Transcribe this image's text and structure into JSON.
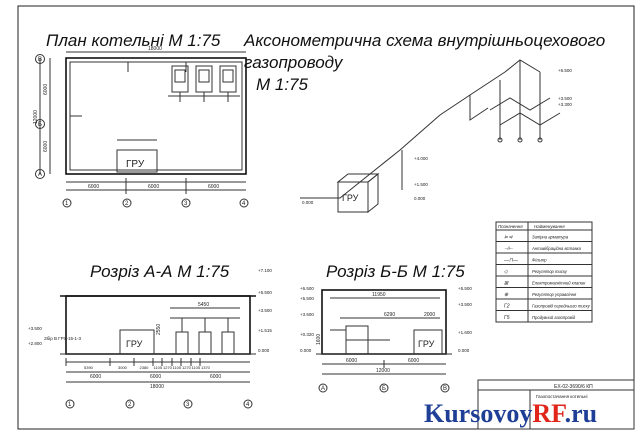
{
  "titles": {
    "plan": "План котельні М 1:75",
    "axon_line1": "Аксонометрична схема внутрішньоцехового",
    "axon_line2": "газопроводу",
    "axon_scale": "М 1:75",
    "section_aa": "Розріз А-А М 1:75",
    "section_bb": "Розріз Б-Б М 1:75"
  },
  "labels": {
    "gru": "ГРУ",
    "axis_b_ru": "Б",
    "axis_v": "В",
    "axis_a": "А",
    "axis_1": "1",
    "axis_2": "2",
    "axis_3": "3",
    "axis_4": "4"
  },
  "plan_dims": {
    "total": "18000",
    "bays": [
      "6000",
      "6000",
      "6000"
    ],
    "left_total": "12000",
    "left_parts": [
      "6000",
      "6000"
    ]
  },
  "section_aa_dims": {
    "bottom_parts": [
      "5390",
      "3000",
      "2380",
      "1105",
      "1270",
      "1105",
      "1270",
      "1105",
      "1370"
    ],
    "bays": [
      "6000",
      "6000",
      "6000"
    ],
    "total": "18000",
    "top": "5450",
    "height": "2550",
    "levels": [
      "+7.100",
      "+5.500",
      "+3.500",
      "+1.515",
      "0.000",
      "+3.500",
      "+2.800"
    ],
    "gru_note": "Збір В ГРУ-15-1-3"
  },
  "section_bb_dims": {
    "top": "11950",
    "inner": "6290",
    "right": "2000",
    "bays": [
      "6000",
      "6000"
    ],
    "total": "12000",
    "height": "1600",
    "levels": [
      "+6.500",
      "+5.500",
      "+3.500",
      "+0.320",
      "0.000",
      "+5.500",
      "+3.500",
      "+1.600",
      "0.000"
    ]
  },
  "axon_levels": [
    "+6.500",
    "+3.500",
    "+3.300",
    "+4.000",
    "+1.500",
    "0.000",
    "0.000"
  ],
  "legend": {
    "header": [
      "Позначення",
      "Найменування"
    ],
    "rows": [
      {
        "sym": "⊳⊲",
        "text": "Запірна арматура"
      },
      {
        "sym": "⊣⊢",
        "text": "Антивібраційна вставка"
      },
      {
        "sym": "—⊓—",
        "text": "Фільтр"
      },
      {
        "sym": "◇",
        "text": "Регулятор тиску"
      },
      {
        "sym": "⊠",
        "text": "Електромагнітний клапан"
      },
      {
        "sym": "⊕",
        "text": "Регулятор управління"
      },
      {
        "sym": "Г2",
        "text": "Газопровід середнього тиску"
      },
      {
        "sym": "Г5",
        "text": "Продувний газопровід"
      }
    ]
  },
  "stamp": {
    "code": "ЕХ-02-3690/6 КП",
    "desc": "Газопостачання котельні"
  },
  "watermark": {
    "part1": "Kursovoy",
    "part2": "RF",
    "part3": ".ru"
  },
  "colors": {
    "line": "#333333",
    "watermark_blue": "#1f3f96",
    "watermark_red": "#e0251b"
  }
}
